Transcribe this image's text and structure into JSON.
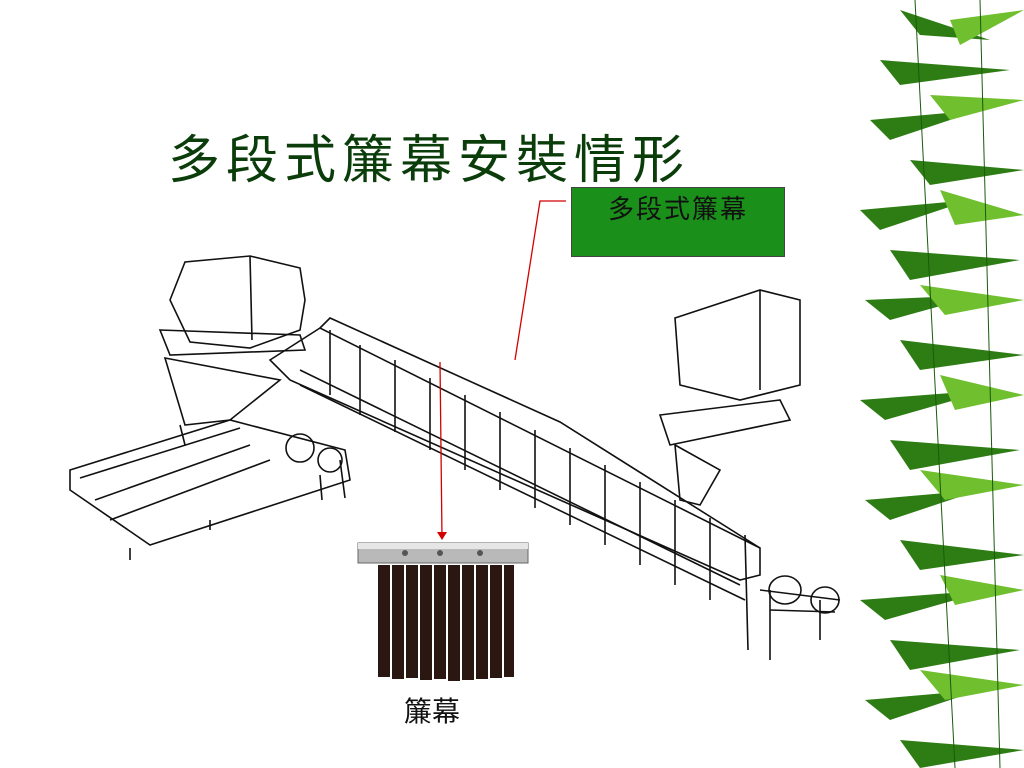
{
  "slide": {
    "title": "多段式簾幕安裝情形",
    "callout_label": "多段式簾幕",
    "curtain_caption": "簾幕"
  },
  "colors": {
    "title": "#0b3d0b",
    "callout_fill": "#1a8f1a",
    "leader_line": "#d40000",
    "bamboo_dark": "#1f6e12",
    "bamboo_light": "#5fae2a"
  },
  "icons": [
    "conveyor-diagram-icon",
    "curtain-photo-icon",
    "bamboo-decoration-icon"
  ]
}
